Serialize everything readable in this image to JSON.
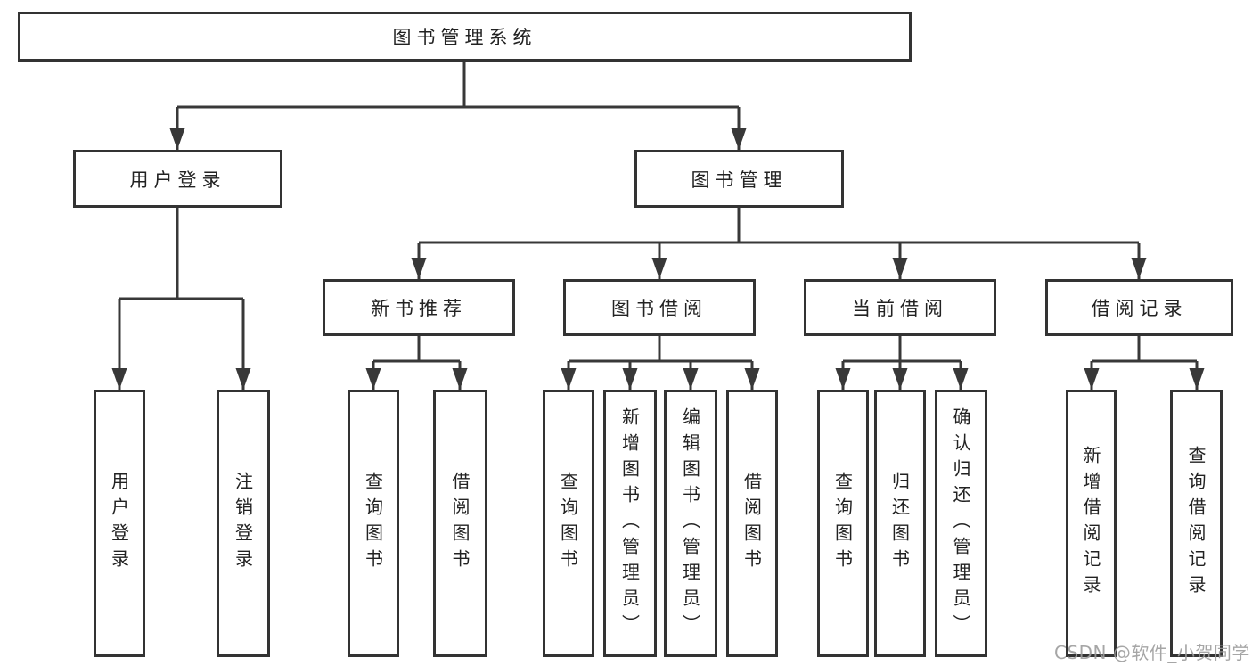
{
  "colors": {
    "line": "#383838",
    "border": "#333333",
    "text": "#222222",
    "bg": "#ffffff",
    "watermark": "#9d9d9d"
  },
  "tree": {
    "label": "图书管理系统",
    "children": [
      {
        "label": "用户登录",
        "children": [
          {
            "label": "用户登录"
          },
          {
            "label": "注销登录"
          }
        ]
      },
      {
        "label": "图书管理",
        "children": [
          {
            "label": "新书推荐",
            "children": [
              {
                "label": "查询图书"
              },
              {
                "label": "借阅图书"
              }
            ]
          },
          {
            "label": "图书借阅",
            "children": [
              {
                "label": "查询图书"
              },
              {
                "label": "新增图书（管理员）"
              },
              {
                "label": "编辑图书（管理员）"
              },
              {
                "label": "借阅图书"
              }
            ]
          },
          {
            "label": "当前借阅",
            "children": [
              {
                "label": "查询图书"
              },
              {
                "label": "归还图书"
              },
              {
                "label": "确认归还（管理员）"
              }
            ]
          },
          {
            "label": "借阅记录",
            "children": [
              {
                "label": "新增借阅记录"
              },
              {
                "label": "查询借阅记录"
              }
            ]
          }
        ]
      }
    ]
  },
  "watermark": {
    "text": "CSDN @软件_小贺同学"
  }
}
